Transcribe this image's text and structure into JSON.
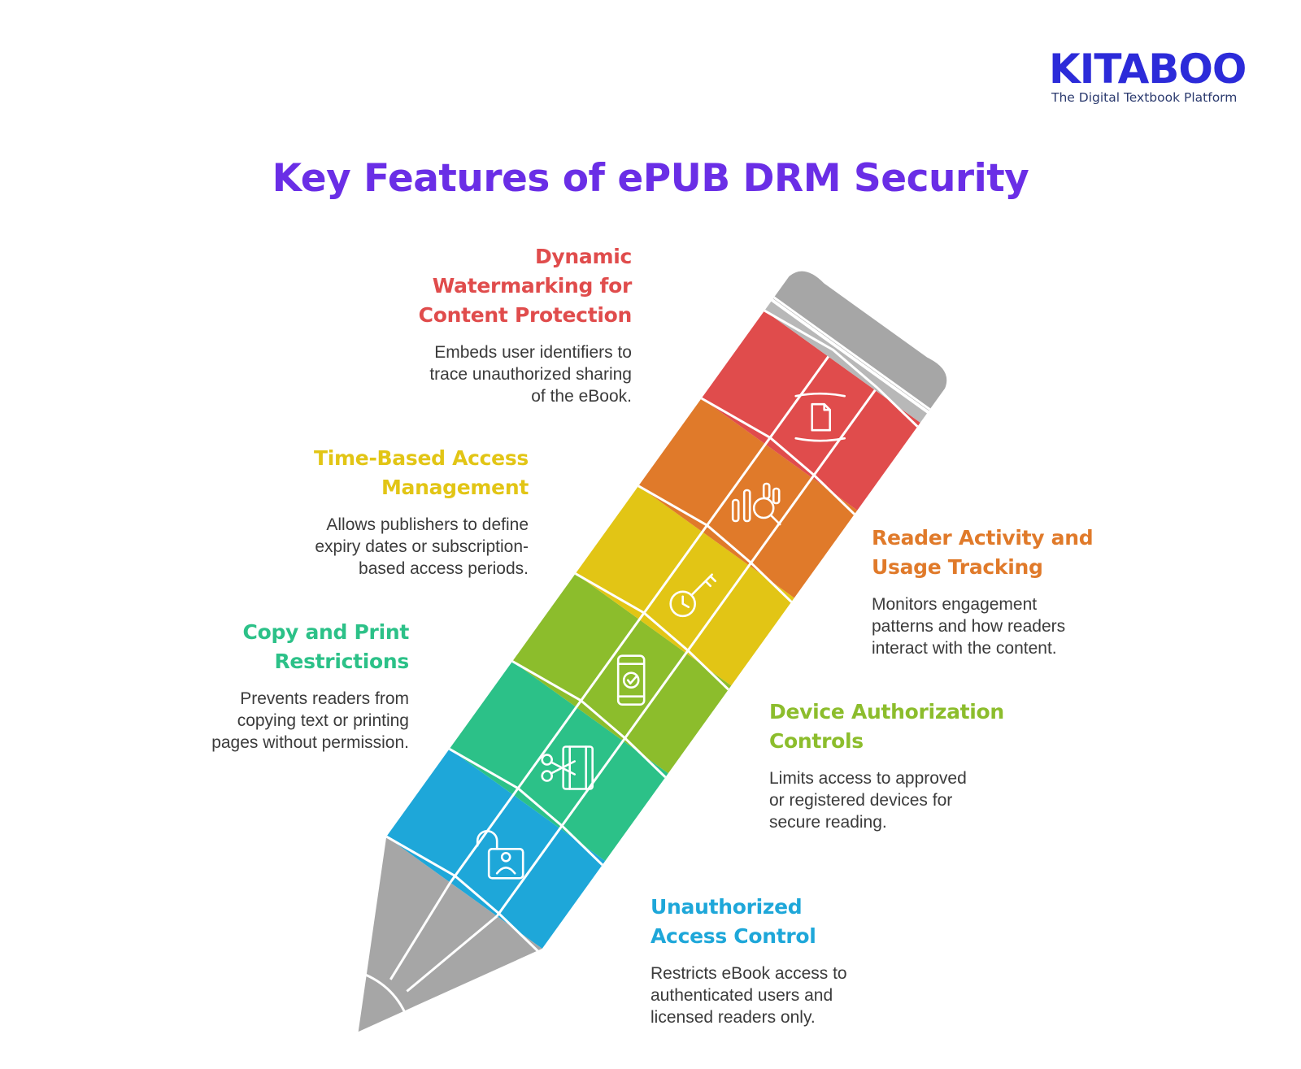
{
  "logo": {
    "name": "KITABOO",
    "tagline": "The Digital Textbook Platform",
    "color": "#2c2bd9"
  },
  "title": "Key Features of ePUB DRM Security",
  "features": [
    {
      "title": "Dynamic Watermarking for Content Protection",
      "title_lines": [
        "Dynamic",
        "Watermarking for",
        "Content Protection"
      ],
      "desc_lines": [
        "Embeds user identifiers to",
        "trace unauthorized sharing",
        "of the eBook."
      ],
      "color": "#e04c4c",
      "icon": "watermark-document-icon"
    },
    {
      "title": "Reader Activity and Usage Tracking",
      "title_lines": [
        "Reader Activity and",
        "Usage Tracking"
      ],
      "desc_lines": [
        "Monitors engagement",
        "patterns and how readers",
        "interact with the content."
      ],
      "color": "#e07a2a",
      "icon": "analytics-magnifier-icon"
    },
    {
      "title": "Time-Based Access Management",
      "title_lines": [
        "Time-Based Access",
        "Management"
      ],
      "desc_lines": [
        "Allows publishers to define",
        "expiry dates or subscription-",
        "based access periods."
      ],
      "color": "#e2c515",
      "icon": "clock-key-icon"
    },
    {
      "title": "Device Authorization Controls",
      "title_lines": [
        "Device Authorization",
        "Controls"
      ],
      "desc_lines": [
        "Limits access to approved",
        "or registered devices for",
        "secure reading."
      ],
      "color": "#8cbd2c",
      "icon": "phone-check-icon"
    },
    {
      "title": "Copy and Print Restrictions",
      "title_lines": [
        "Copy and Print",
        "Restrictions"
      ],
      "desc_lines": [
        "Prevents readers from",
        "copying text or printing",
        "pages without permission."
      ],
      "color": "#2cc188",
      "icon": "scissors-film-icon"
    },
    {
      "title": "Unauthorized Access Control",
      "title_lines": [
        "Unauthorized",
        "Access Control"
      ],
      "desc_lines": [
        "Restricts eBook access to",
        "authenticated users and",
        "licensed readers only."
      ],
      "color": "#1ea7d9",
      "icon": "unlocked-user-icon"
    }
  ],
  "pencil_colors": {
    "eraser": "#a6a6a6",
    "tip": "#a6a6a6",
    "segments": [
      "#e04c4c",
      "#e07a2a",
      "#e2c515",
      "#8cbd2c",
      "#2cc188",
      "#1ea7d9"
    ]
  }
}
